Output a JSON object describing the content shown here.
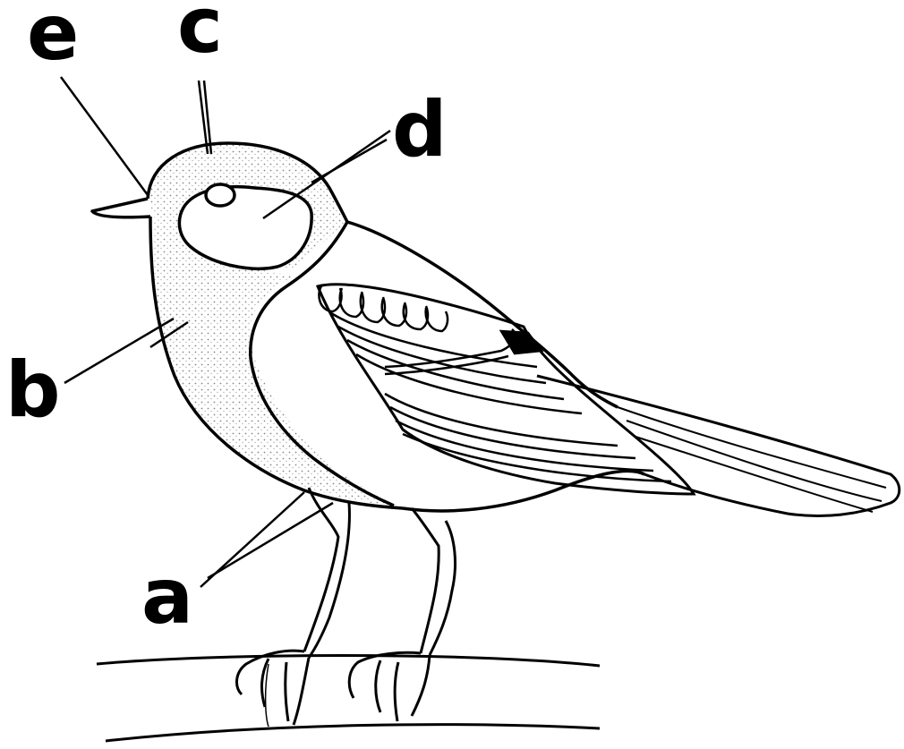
{
  "diagram": {
    "subject": "bird-anatomy",
    "colors": {
      "ink": "#000000",
      "paper": "#ffffff",
      "stipple": "#9a9a9a"
    },
    "labels": {
      "a": "a",
      "b": "b",
      "c": "c",
      "d": "d",
      "e": "e"
    }
  }
}
